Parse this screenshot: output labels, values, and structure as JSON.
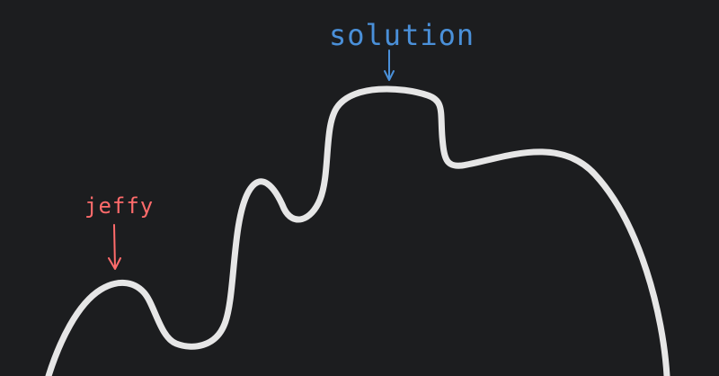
{
  "annotations": {
    "jeffy": {
      "text": "jeffy",
      "color": "#ff6b6b"
    },
    "solution": {
      "text": "solution",
      "color": "#4a90d9"
    }
  },
  "curve": {
    "color": "#e6e6e6",
    "description_icon": "landscape-curve"
  }
}
